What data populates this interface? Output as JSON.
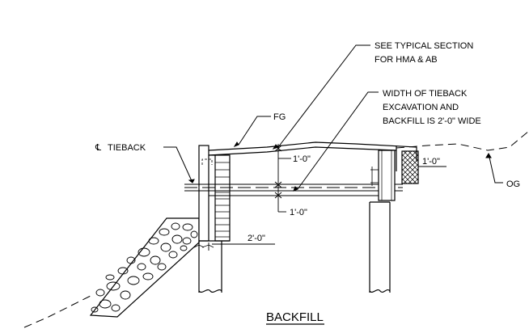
{
  "labels": {
    "see_typical_1": "SEE TYPICAL SECTION",
    "see_typical_2": "FOR HMA & AB",
    "width_1": "WIDTH OF TIEBACK",
    "width_2": "EXCAVATION AND",
    "width_3": "BACKFILL IS 2'-0\" WIDE",
    "fg": "FG",
    "cl_symbol": "℄",
    "tieback": "TIEBACK",
    "og": "OG",
    "dim_top": "1'-0\"",
    "dim_right": "1'-0\"",
    "dim_low": "1'-0\"",
    "dim_bottom": "2'-0\"",
    "title": "BACKFILL"
  },
  "colors": {
    "line": "#000000",
    "background": "#ffffff"
  }
}
